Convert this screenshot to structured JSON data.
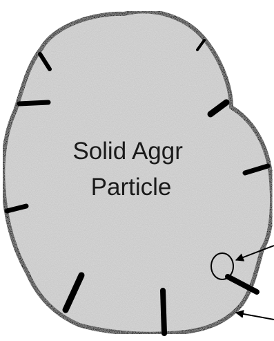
{
  "diagram": {
    "particle_label": {
      "line1": "Solid Aggr",
      "line2": "Particle"
    },
    "colors": {
      "particle_fill": "#c9c9c9",
      "outline": "#000000",
      "label_text": "#1a1a1a",
      "background": "#ffffff"
    },
    "crack_count": 9,
    "pointer_arrow_count": 2,
    "has_circle_marker": true
  }
}
